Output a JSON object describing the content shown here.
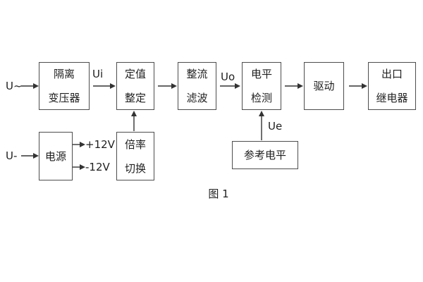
{
  "figure": {
    "caption": "图 1"
  },
  "inputs": {
    "ac_label": "U~",
    "dc_label": "U-"
  },
  "signal_labels": {
    "ui": "Ui",
    "uo": "Uo",
    "ue": "Ue",
    "rail_positive": "+12V",
    "rail_negative": "-12V"
  },
  "blocks": {
    "isolation_transformer": {
      "label": "隔离\n变压器"
    },
    "setting_adjust": {
      "label": "定值\n整定"
    },
    "rectify_filter": {
      "label": "整流\n滤波"
    },
    "level_detect": {
      "label": "电平\n检测"
    },
    "driver": {
      "label": "驱动"
    },
    "output_relay": {
      "label": "出口\n继电器"
    },
    "power_supply": {
      "label": "电源"
    },
    "multiplier_switch": {
      "label": "倍率\n切换"
    },
    "reference_level": {
      "label": "参考电平"
    }
  },
  "colors": {
    "background": "#ffffff",
    "line": "#333333",
    "border": "#4d4d4d",
    "text": "#1f1f1f"
  }
}
